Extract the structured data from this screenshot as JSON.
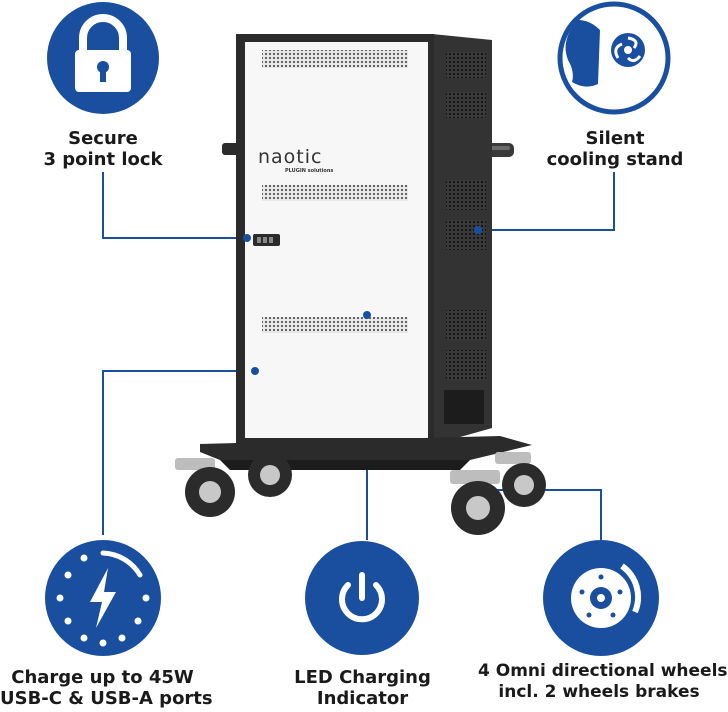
{
  "brand": {
    "logo_text": "naotic",
    "logo_subtext": "PLUGIN solutions"
  },
  "colors": {
    "accent_blue": "#1a4fa0",
    "cabinet_dark": "#2b2b2b",
    "cabinet_door": "#f7f7f7",
    "label_text": "#1a1a1a"
  },
  "features": [
    {
      "id": "lock",
      "icon": "padlock-icon",
      "line1": "Secure",
      "line2": "3 point lock"
    },
    {
      "id": "cooling",
      "icon": "silent-fan-icon",
      "line1": "Silent",
      "line2": "cooling stand"
    },
    {
      "id": "charge",
      "icon": "lightning-charge-icon",
      "line1": "Charge up to 45W",
      "line2": "USB-C & USB-A ports"
    },
    {
      "id": "led",
      "icon": "power-icon",
      "line1": "LED Charging",
      "line2": "Indicator"
    },
    {
      "id": "wheels",
      "icon": "brake-disc-icon",
      "line1": "4 Omni directional wheels",
      "line2": "incl. 2 wheels brakes"
    }
  ]
}
